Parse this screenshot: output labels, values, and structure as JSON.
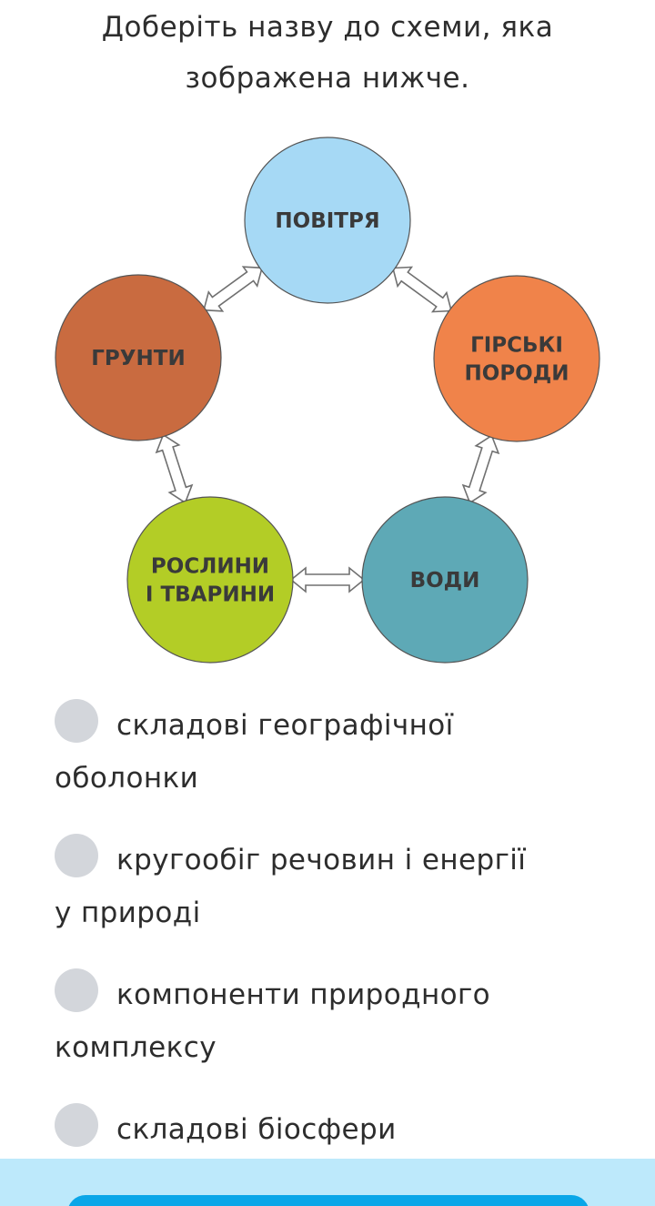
{
  "question": {
    "line1": "Доберіть назву до схеми, яка",
    "line2": "зображена нижче."
  },
  "diagram": {
    "nodes": [
      {
        "id": "air",
        "lines": [
          "ПОВІТРЯ"
        ],
        "color": "#a6d9f5"
      },
      {
        "id": "rocks",
        "lines": [
          "ГІРСЬКІ",
          "ПОРОДИ"
        ],
        "color": "#f0834a"
      },
      {
        "id": "waters",
        "lines": [
          "ВОДИ"
        ],
        "color": "#5ea9b6"
      },
      {
        "id": "plants",
        "lines": [
          "РОСЛИНИ",
          "І ТВАРИНИ"
        ],
        "color": "#b3cd26"
      },
      {
        "id": "soils",
        "lines": [
          "ГРУНТИ"
        ],
        "color": "#c96b40"
      }
    ]
  },
  "options": [
    {
      "line1": "складові географічної",
      "line2": "оболонки"
    },
    {
      "line1": "кругообіг речовин і енергії",
      "line2": "у природі"
    },
    {
      "line1": "компоненти природного",
      "line2": "комплексу"
    },
    {
      "line1": "складові біосфери",
      "line2": ""
    }
  ],
  "colors": {
    "radio": "#d3d6db",
    "bottom_bar": "#bde9fb",
    "button": "#0aa6e8"
  }
}
